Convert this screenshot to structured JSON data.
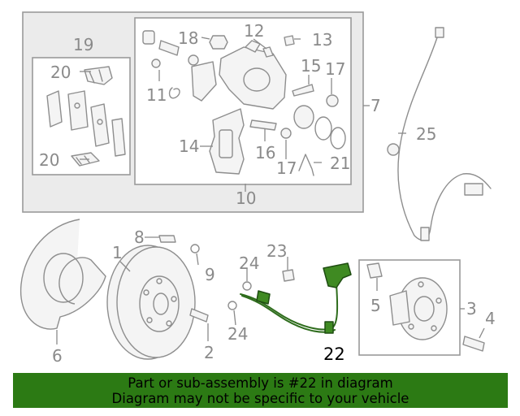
{
  "callouts": {
    "c1": "1",
    "c2": "2",
    "c3": "3",
    "c4": "4",
    "c5": "5",
    "c6": "6",
    "c7": "7",
    "c8": "8",
    "c9": "9",
    "c10": "10",
    "c11": "11",
    "c12": "12",
    "c13": "13",
    "c14": "14",
    "c15": "15",
    "c16": "16",
    "c17a": "17",
    "c17b": "17",
    "c18": "18",
    "c19": "19",
    "c20a": "20",
    "c20b": "20",
    "c21": "21",
    "c22": "22",
    "c23": "23",
    "c24a": "24",
    "c24b": "24",
    "c25": "25"
  },
  "banner": {
    "line1": "Part or sub-assembly is #22 in diagram",
    "line2": "Diagram may not be specific to your vehicle"
  },
  "colors": {
    "highlight": "#3f8a22",
    "banner": "#2c7a14",
    "line": "#8e8e8e"
  },
  "highlighted_part": "22"
}
